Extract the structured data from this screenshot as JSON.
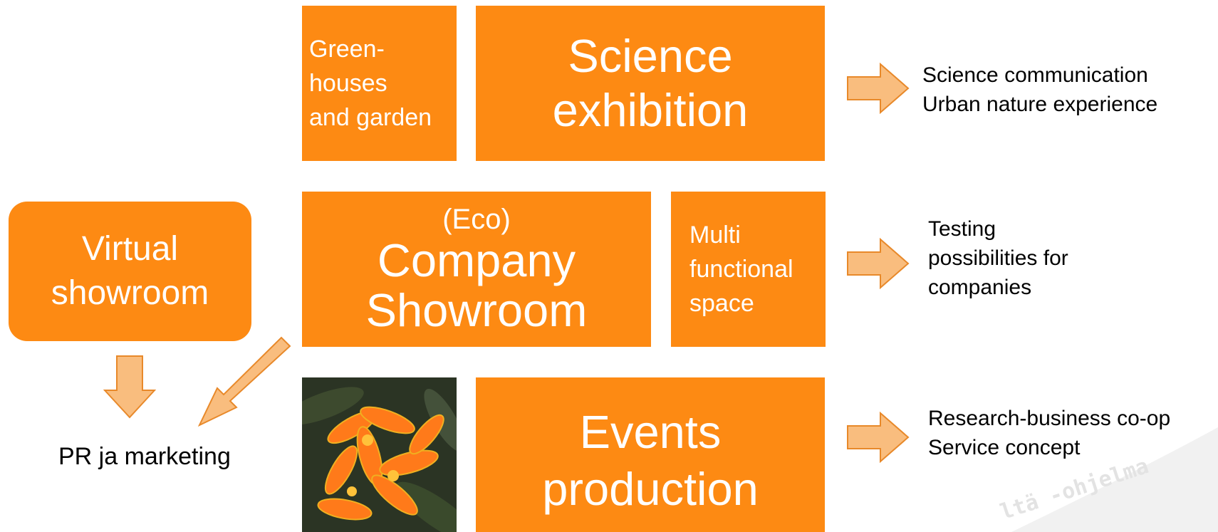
{
  "boxes": {
    "greenhouses": [
      "Green-",
      "houses",
      "and garden"
    ],
    "science": [
      "Science",
      "exhibition"
    ],
    "virtual": [
      "Virtual",
      "showroom"
    ],
    "company": {
      "eco": "(Eco)",
      "lines": [
        "Company",
        "Showroom"
      ]
    },
    "multi": [
      "Multi",
      "functional",
      "space"
    ],
    "events": [
      "Events",
      "production"
    ]
  },
  "outcomes": {
    "science": [
      "Science communication",
      "Urban nature experience"
    ],
    "company": [
      "Testing",
      "possibilities for",
      "companies"
    ],
    "events": [
      "Research-business co-op",
      "Service concept"
    ]
  },
  "pr_label": "PR ja marketing",
  "watermark": "ltä -ohjelma",
  "photo": {
    "subject": "orange clivia flowers"
  },
  "colors": {
    "box_fill": "#fd8a13",
    "arrow_fill": "#f9bd7e",
    "arrow_stroke": "#e8892a"
  }
}
